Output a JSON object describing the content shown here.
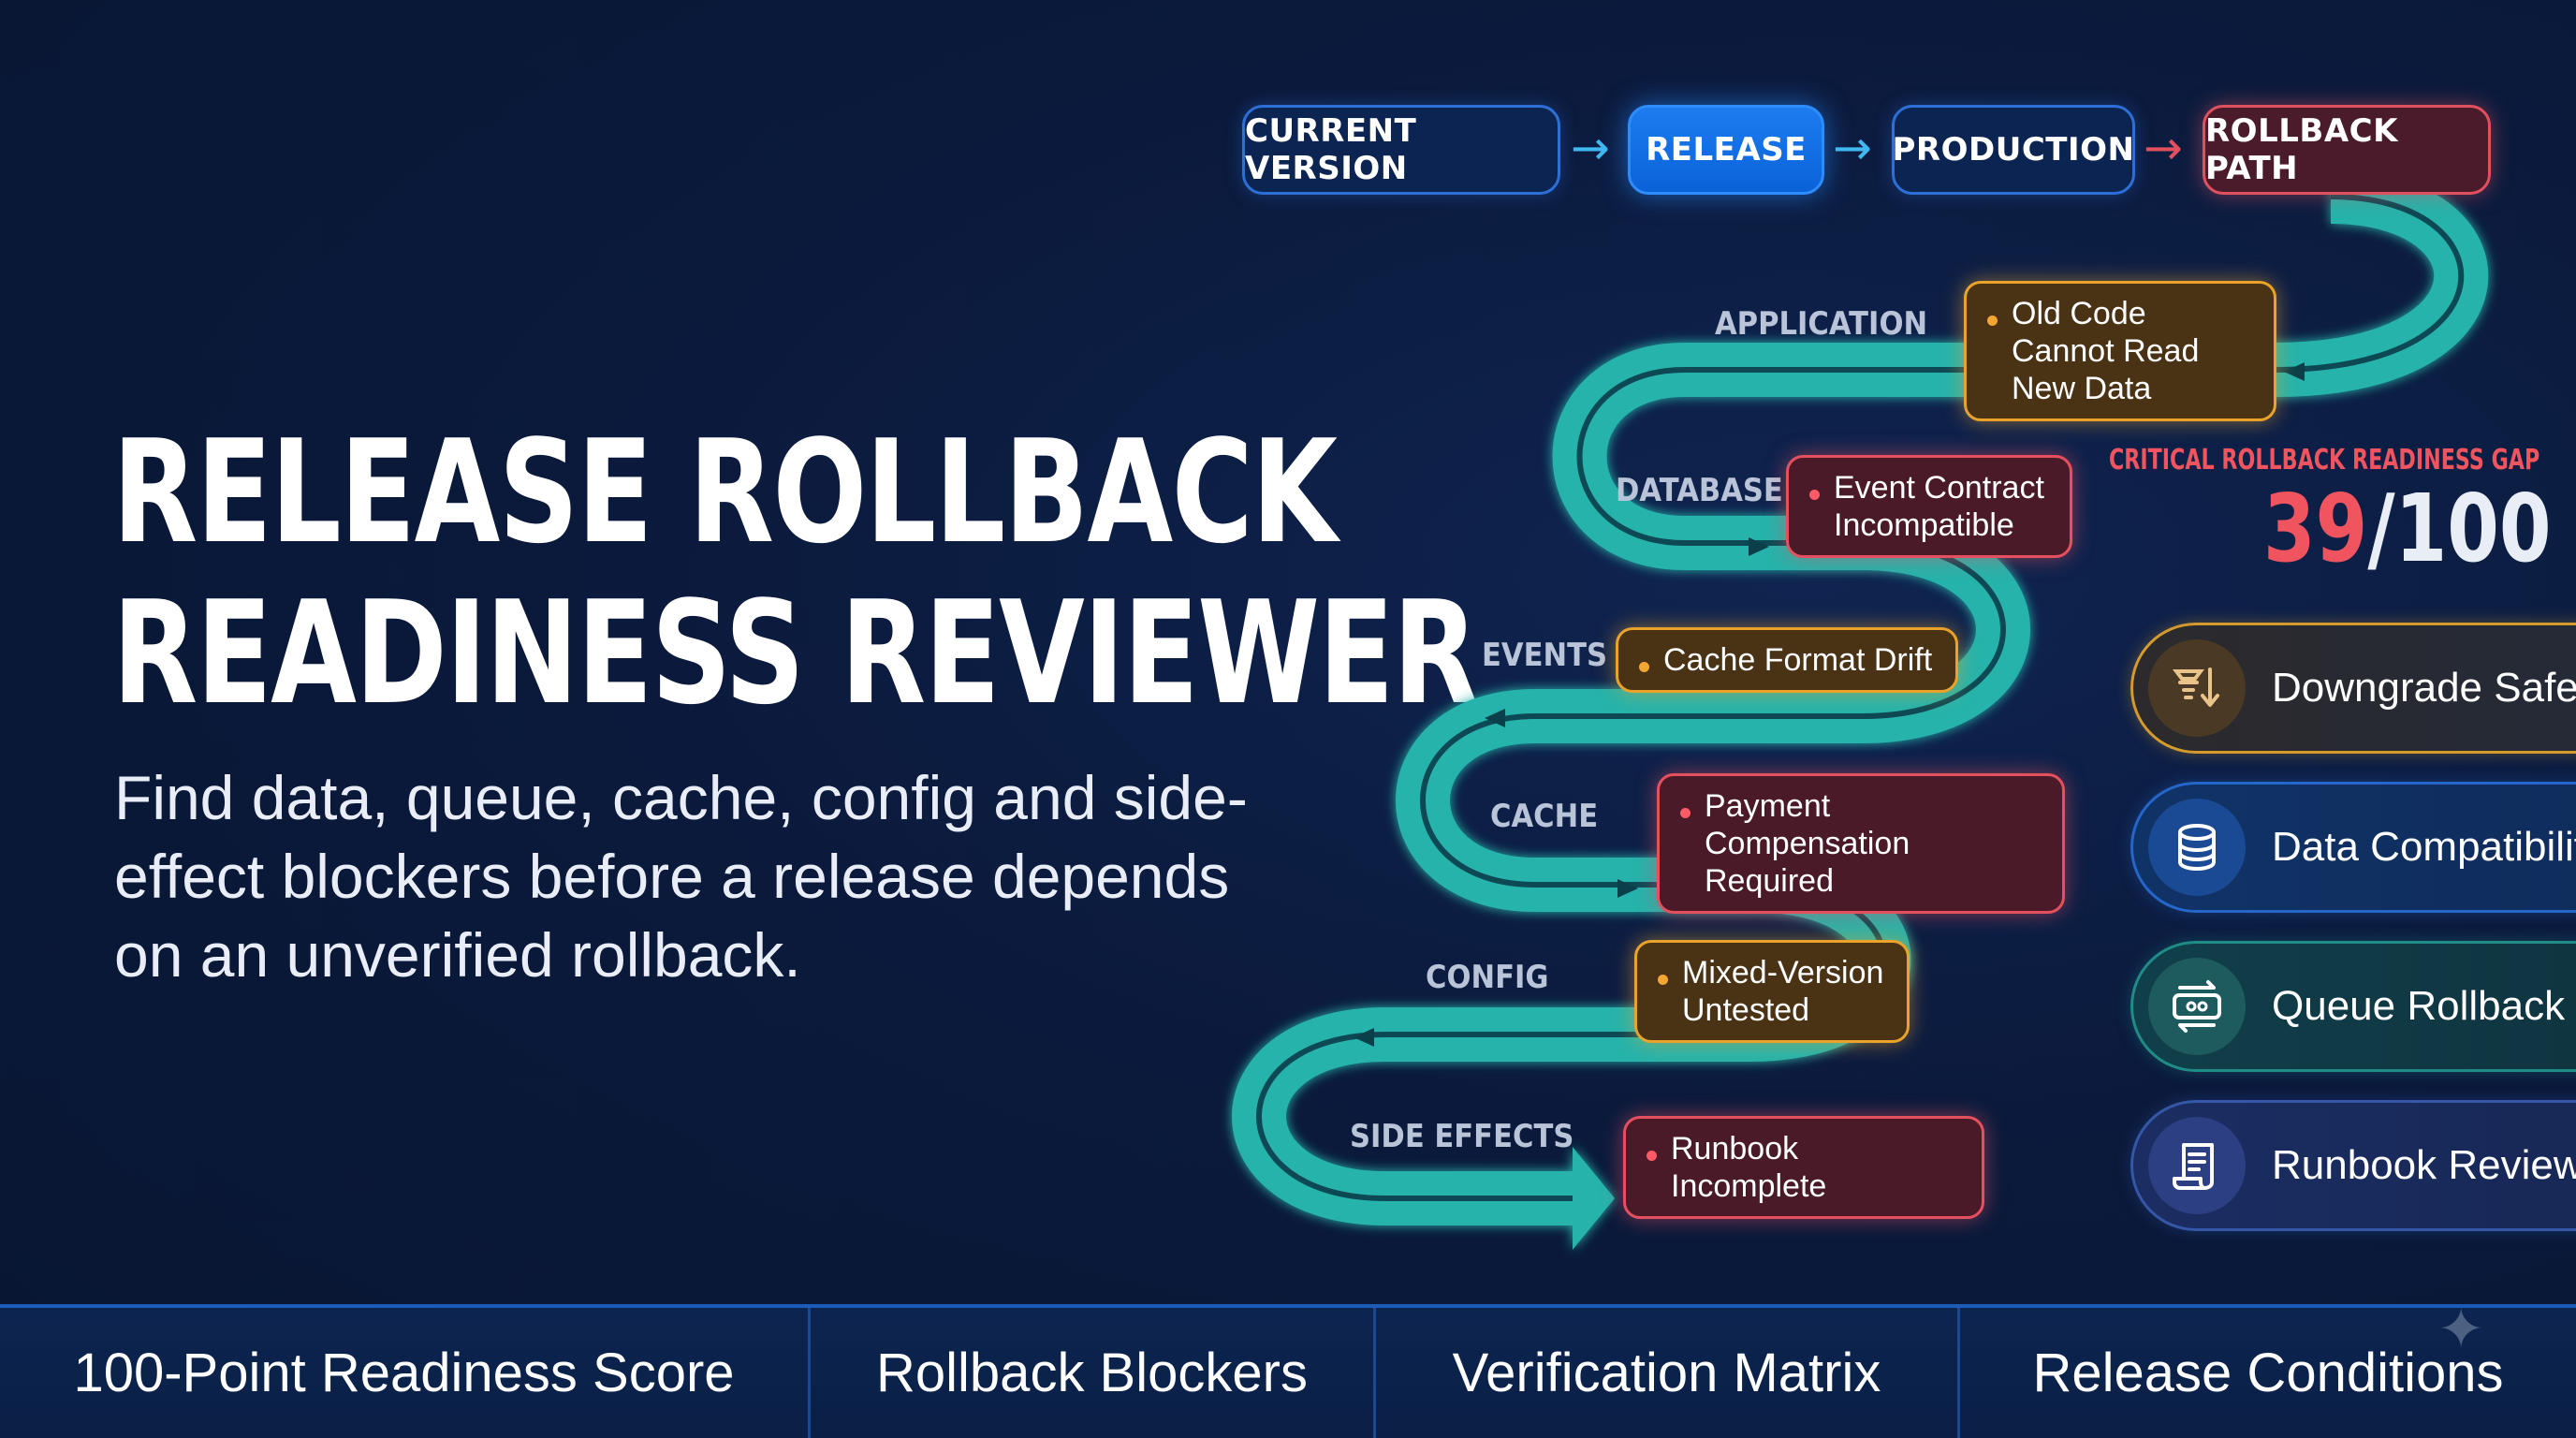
{
  "title": {
    "line1": "RELEASE ROLLBACK",
    "line2": "READINESS REVIEWER"
  },
  "subtitle": "Find data, queue, cache, config and side-effect blockers before a release depends on an unverified rollback.",
  "flow": {
    "steps": [
      "CURRENT VERSION",
      "RELEASE",
      "PRODUCTION",
      "ROLLBACK PATH"
    ],
    "arrow_glyph": "→",
    "colors": {
      "arrow_blue": "#3fb9f0",
      "arrow_red": "#e0505e",
      "path_teal": "#27b5ad"
    }
  },
  "layers": [
    "APPLICATION",
    "DATABASE",
    "EVENTS",
    "CACHE",
    "CONFIG",
    "SIDE EFFECTS"
  ],
  "blockers": [
    {
      "text": "Old Code Cannot Read New Data",
      "severity": "warning"
    },
    {
      "text": "Event Contract Incompatible",
      "severity": "critical"
    },
    {
      "text": "Cache Format Drift",
      "severity": "warning"
    },
    {
      "text": "Payment Compensation Required",
      "severity": "critical"
    },
    {
      "text": "Mixed-Version Untested",
      "severity": "warning"
    },
    {
      "text": "Runbook Incomplete",
      "severity": "critical"
    }
  ],
  "score": {
    "label": "CRITICAL ROLLBACK READINESS GAP",
    "value": "39",
    "separator": "/",
    "max": "100"
  },
  "checks": [
    {
      "label": "Downgrade Safety",
      "icon": "downgrade-icon",
      "color": "#d49a2c"
    },
    {
      "label": "Data Compatibility",
      "icon": "database-icon",
      "color": "#2466c9"
    },
    {
      "label": "Queue Rollback",
      "icon": "queue-icon",
      "color": "#1f8c86"
    },
    {
      "label": "Runbook Review",
      "icon": "runbook-icon",
      "color": "#3457a8"
    }
  ],
  "bottom_bar": [
    "100-Point Readiness Score",
    "Rollback Blockers",
    "Verification Matrix",
    "Release Conditions"
  ]
}
